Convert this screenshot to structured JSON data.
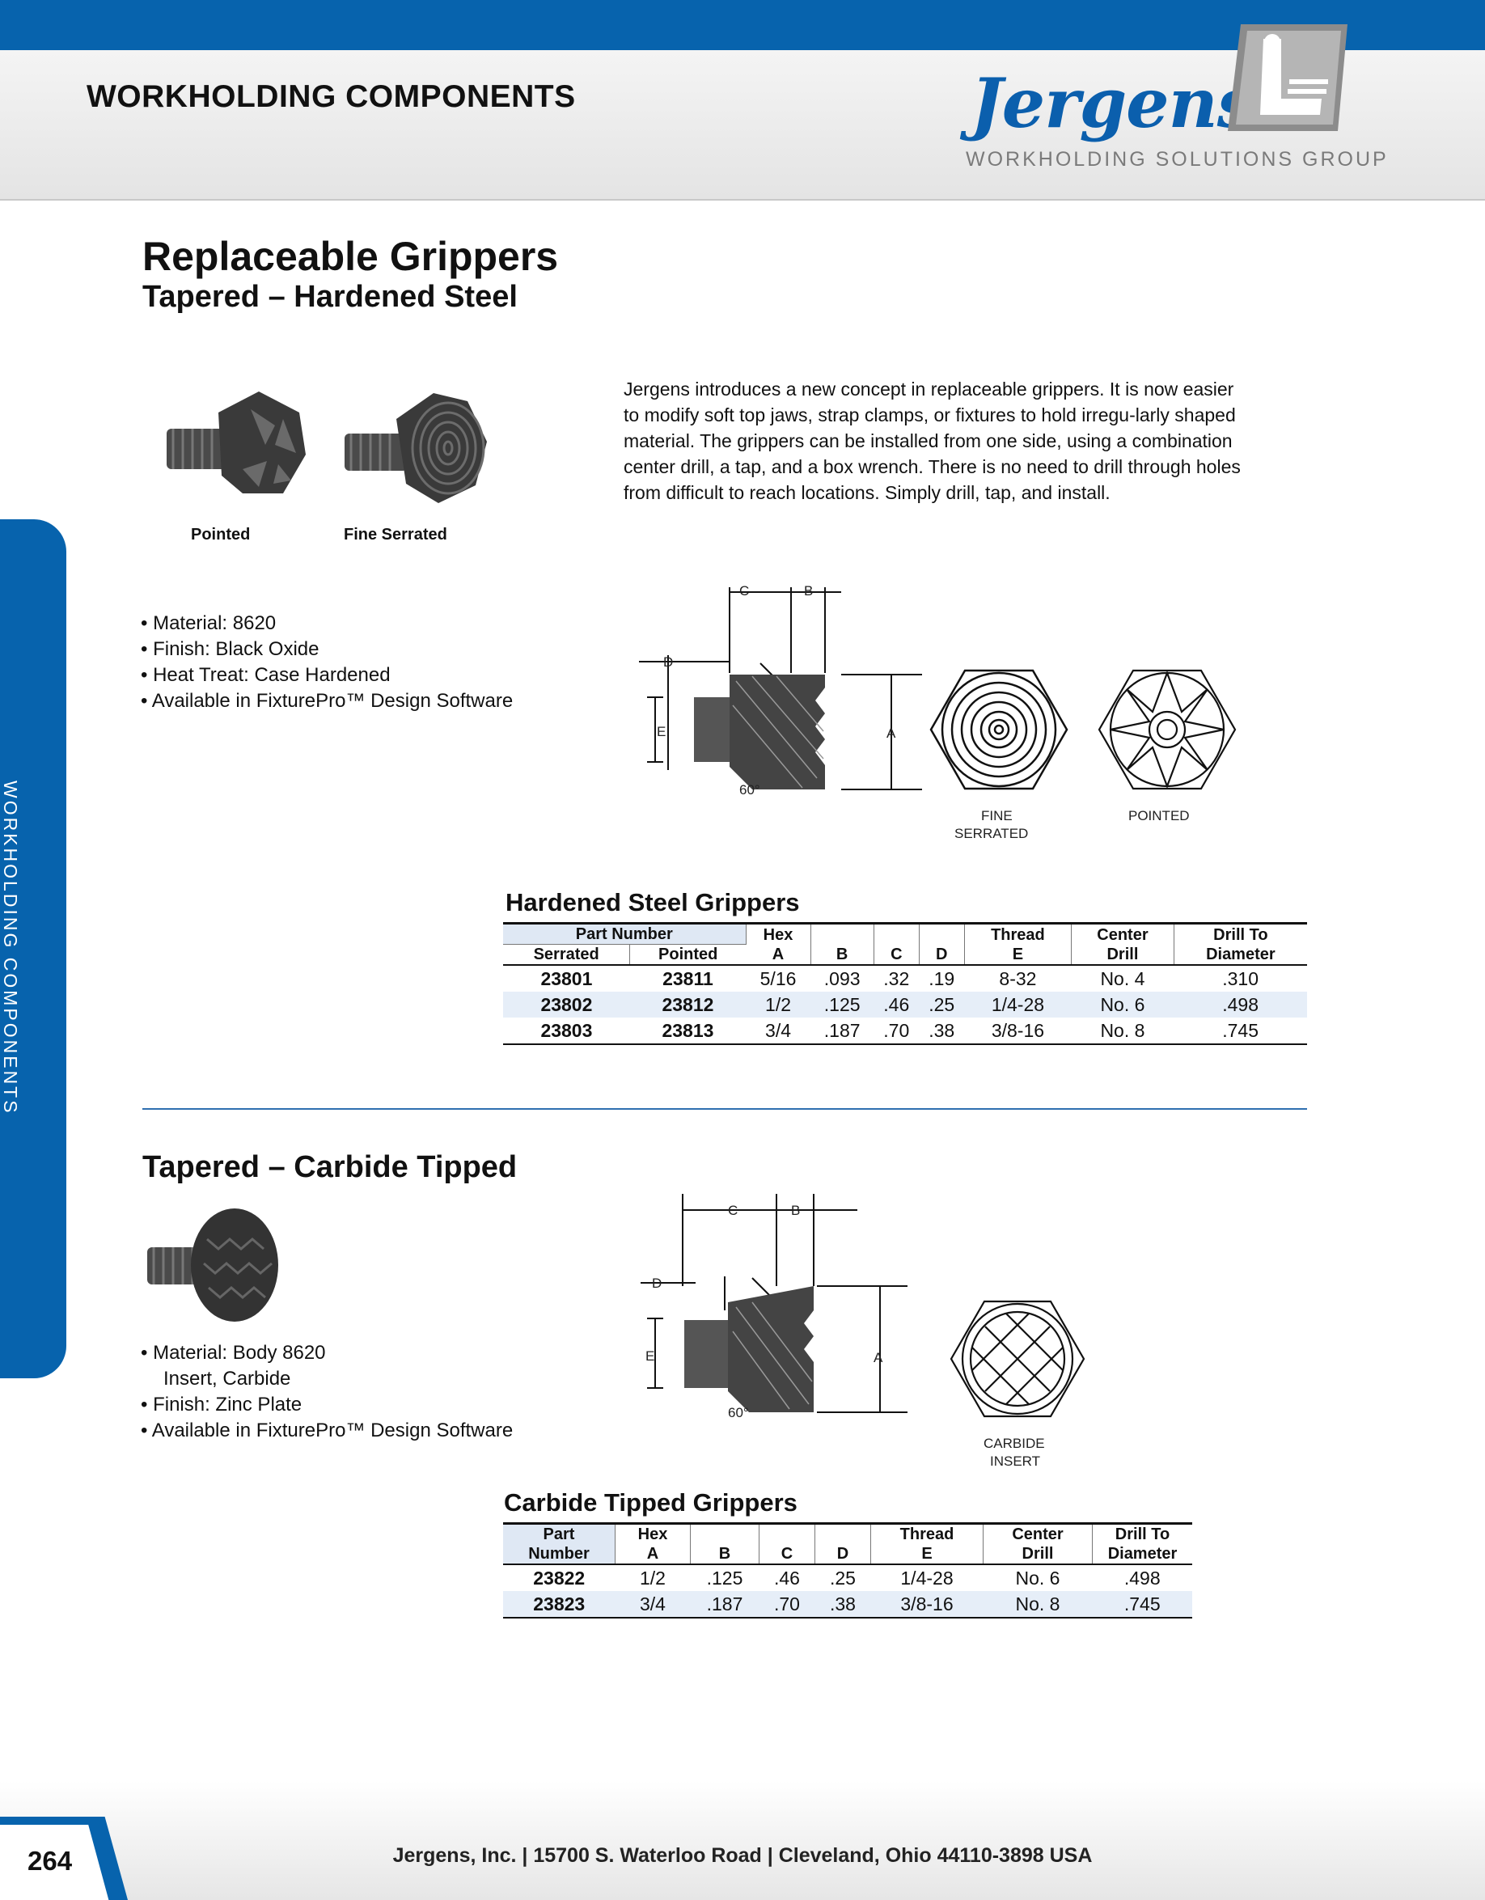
{
  "header": {
    "section": "WORKHOLDING COMPONENTS",
    "brand": "Jergens",
    "tagline": "WORKHOLDING SOLUTIONS GROUP"
  },
  "side_tab": "WORKHOLDING COMPONENTS",
  "product1": {
    "title": "Replaceable Grippers",
    "subtitle": "Tapered – Hardened Steel",
    "photo_captions": [
      "Pointed",
      "Fine Serrated"
    ],
    "description": "Jergens introduces a new concept in replaceable grippers. It is now easier to modify soft top jaws, strap clamps, or fixtures to hold irregu-larly shaped material. The grippers can be installed from one side, using a combination center drill, a tap, and a box wrench. There is no need to drill through holes from difficult to reach locations. Simply drill, tap, and install.",
    "bullets": [
      "• Material: 8620",
      "• Finish: Black Oxide",
      "• Heat Treat: Case Hardened",
      "• Available in FixturePro™ Design Software"
    ],
    "drawing_labels": {
      "c": "C",
      "b": "B",
      "d": "D",
      "e": "E",
      "a": "A",
      "angle": "60°",
      "fine1": "FINE",
      "fine2": "SERRATED",
      "pointed": "POINTED"
    }
  },
  "table1": {
    "title": "Hardened Steel Grippers",
    "headers": {
      "part_number": "Part Number",
      "serrated": "Serrated",
      "pointed": "Pointed",
      "hex1": "Hex",
      "hex2": "A",
      "b": "B",
      "c": "C",
      "d": "D",
      "thread1": "Thread",
      "thread2": "E",
      "center1": "Center",
      "center2": "Drill",
      "drill1": "Drill To",
      "drill2": "Diameter"
    },
    "rows": [
      {
        "serrated": "23801",
        "pointed": "23811",
        "hex": "5/16",
        "b": ".093",
        "c": ".32",
        "d": ".19",
        "thread": "8-32",
        "center": "No. 4",
        "drill": ".310"
      },
      {
        "serrated": "23802",
        "pointed": "23812",
        "hex": "1/2",
        "b": ".125",
        "c": ".46",
        "d": ".25",
        "thread": "1/4-28",
        "center": "No. 6",
        "drill": ".498"
      },
      {
        "serrated": "23803",
        "pointed": "23813",
        "hex": "3/4",
        "b": ".187",
        "c": ".70",
        "d": ".38",
        "thread": "3/8-16",
        "center": "No. 8",
        "drill": ".745"
      }
    ]
  },
  "product2": {
    "title": "Tapered – Carbide Tipped",
    "bullets": [
      "• Material: Body 8620",
      "Insert, Carbide",
      "• Finish: Zinc Plate",
      "• Available in FixturePro™ Design Software"
    ],
    "drawing_labels": {
      "c": "C",
      "b": "B",
      "d": "D",
      "e": "E",
      "a": "A",
      "angle": "60°",
      "insert1": "CARBIDE",
      "insert2": "INSERT"
    }
  },
  "table2": {
    "title": "Carbide Tipped Grippers",
    "headers": {
      "part1": "Part",
      "part2": "Number",
      "hex1": "Hex",
      "hex2": "A",
      "b": "B",
      "c": "C",
      "d": "D",
      "thread1": "Thread",
      "thread2": "E",
      "center1": "Center",
      "center2": "Drill",
      "drill1": "Drill To",
      "drill2": "Diameter"
    },
    "rows": [
      {
        "part": "23822",
        "hex": "1/2",
        "b": ".125",
        "c": ".46",
        "d": ".25",
        "thread": "1/4-28",
        "center": "No. 6",
        "drill": ".498"
      },
      {
        "part": "23823",
        "hex": "3/4",
        "b": ".187",
        "c": ".70",
        "d": ".38",
        "thread": "3/8-16",
        "center": "No. 8",
        "drill": ".745"
      }
    ]
  },
  "footer": {
    "address": "Jergens, Inc.  |  15700 S. Waterloo Road  |  Cleveland, Ohio 44110-3898 USA",
    "page_number": "264"
  },
  "colors": {
    "brand_blue": "#0763ad",
    "table_header": "#dfe8f4",
    "row_alt": "#e6eef8"
  }
}
